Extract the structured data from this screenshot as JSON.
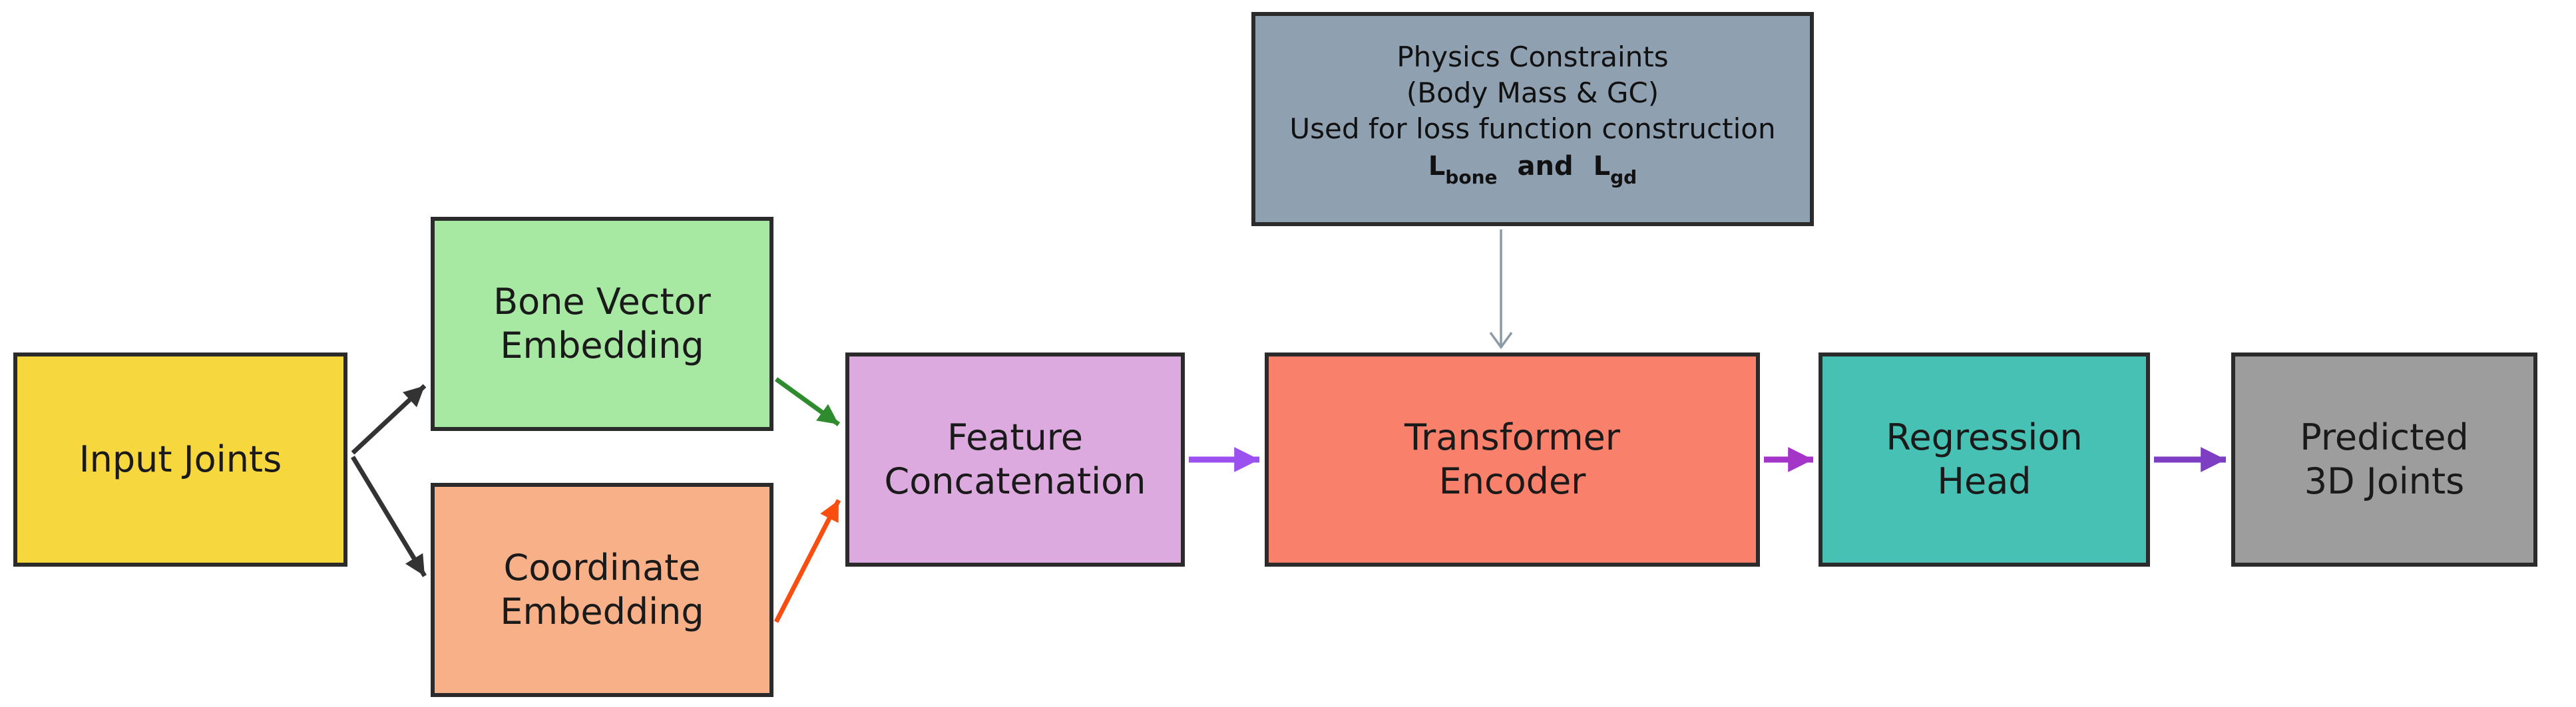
{
  "page": {
    "background": "#ffffff"
  },
  "nodes": {
    "input_joints": {
      "label": "Input Joints",
      "fill": "#F6D73E"
    },
    "bone_vector_embedding": {
      "label": "Bone Vector\nEmbedding",
      "fill": "#A7E8A2"
    },
    "coordinate_embedding": {
      "label": "Coordinate\nEmbedding",
      "fill": "#F8B088"
    },
    "feature_concatenation": {
      "label": "Feature\nConcatenation",
      "fill": "#DCAADE"
    },
    "physics_constraints": {
      "line1": "Physics Constraints",
      "line2": "(Body Mass & GC)",
      "line3": "Used for loss function construction",
      "formula": {
        "sym1": "L",
        "sub1": "bone",
        "conj": "and",
        "sym2": "L",
        "sub2": "gd"
      },
      "fill": "#8FA0B1"
    },
    "transformer_encoder": {
      "label": "Transformer\nEncoder",
      "fill": "#F9806B"
    },
    "regression_head": {
      "label": "Regression\nHead",
      "fill": "#48C1B5"
    },
    "predicted_3d_joints": {
      "label": "Predicted\n3D Joints",
      "fill": "#9D9D9D"
    }
  },
  "edges": {
    "input_to_bone": {
      "color": "#333333"
    },
    "input_to_coordinate": {
      "color": "#333333"
    },
    "bone_to_feature": {
      "color": "#2E8B2E"
    },
    "coordinate_to_feature": {
      "color": "#F94E10"
    },
    "feature_to_transformer": {
      "color": "#9B51F0"
    },
    "physics_to_transformer": {
      "color": "#8B9AA7"
    },
    "transformer_to_regression": {
      "color": "#A435C8"
    },
    "regression_to_predicted": {
      "color": "#7D3EC4"
    }
  },
  "colors": {
    "border": "#2B2B2B",
    "text": "#1A1A1A"
  }
}
